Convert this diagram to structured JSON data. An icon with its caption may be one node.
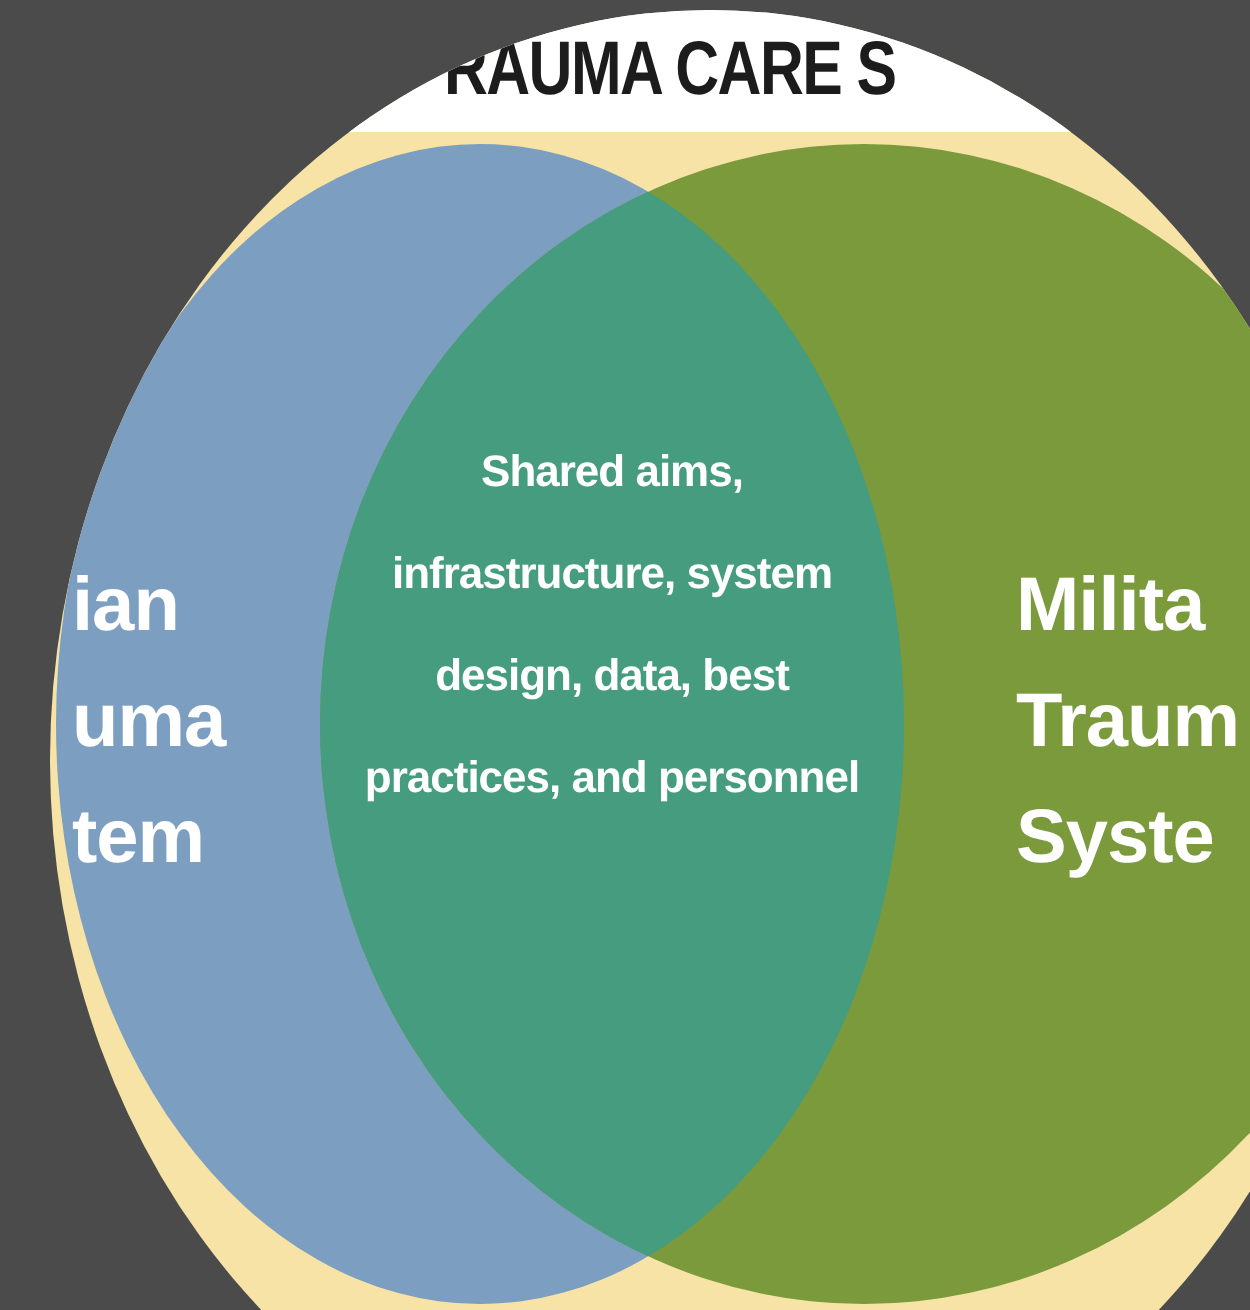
{
  "diagram": {
    "title": "RAUMA CARE S",
    "nodes": [
      {
        "text": [
          "ian uma tem"
        ]
      },
      {
        "text": [
          "Milita Traum Syste"
        ]
      },
      {
        "text": [
          "Shared aims, infrastructure, system design, data, best practices, and personnel"
        ]
      }
    ]
  }
}
